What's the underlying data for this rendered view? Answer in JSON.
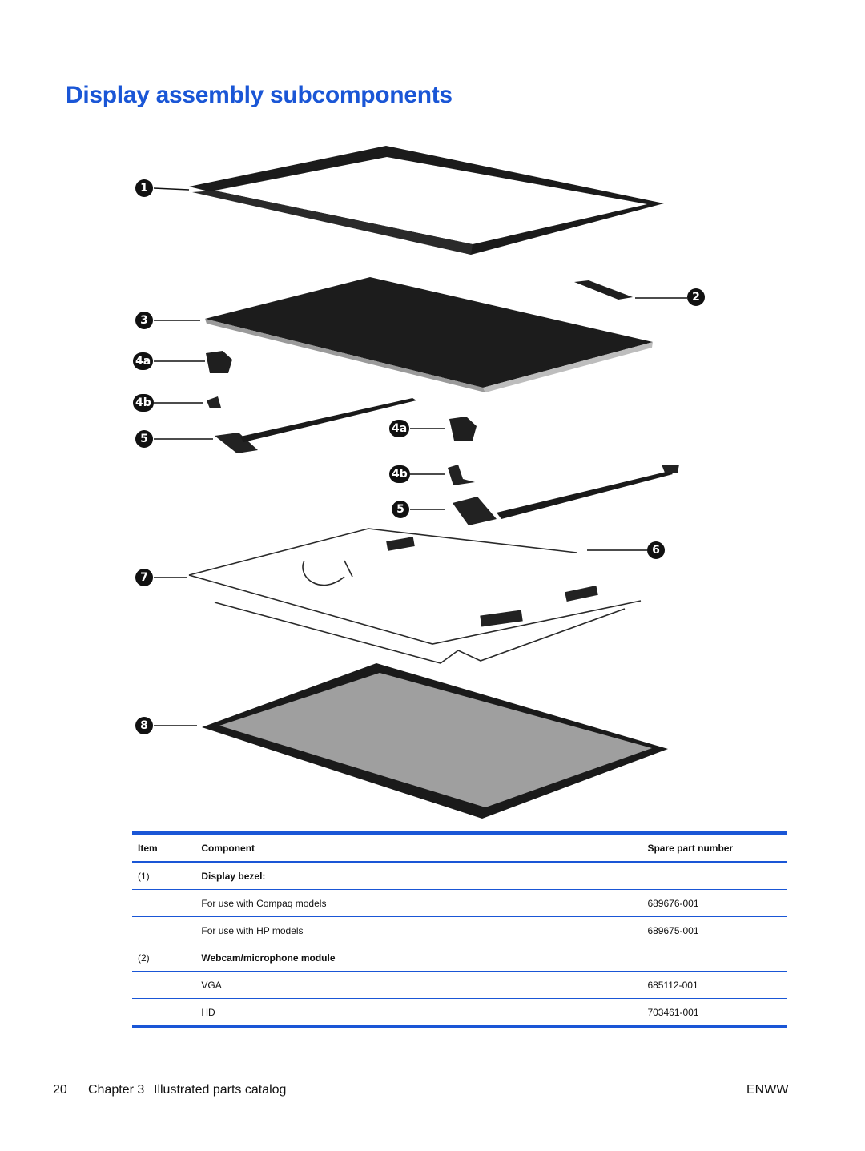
{
  "title": "Display assembly subcomponents",
  "figure": {
    "callouts": [
      "1",
      "2",
      "3",
      "4a",
      "4b",
      "5",
      "4a",
      "4b",
      "5",
      "6",
      "7",
      "8"
    ]
  },
  "table": {
    "headers": {
      "item": "Item",
      "component": "Component",
      "spare": "Spare part number"
    },
    "rows": [
      {
        "item": "(1)",
        "component": "Display bezel:",
        "spare": "",
        "bold": true
      },
      {
        "item": "",
        "component": "For use with Compaq models",
        "spare": "689676-001",
        "bold": false
      },
      {
        "item": "",
        "component": "For use with HP models",
        "spare": "689675-001",
        "bold": false
      },
      {
        "item": "(2)",
        "component": "Webcam/microphone module",
        "spare": "",
        "bold": true
      },
      {
        "item": "",
        "component": "VGA",
        "spare": "685112-001",
        "bold": false
      },
      {
        "item": "",
        "component": "HD",
        "spare": "703461-001",
        "bold": false
      }
    ]
  },
  "footer": {
    "page_number": "20",
    "chapter": "Chapter 3",
    "section": "Illustrated parts catalog",
    "locale": "ENWW"
  },
  "colors": {
    "accent": "#1a56d6",
    "text": "#111111"
  }
}
